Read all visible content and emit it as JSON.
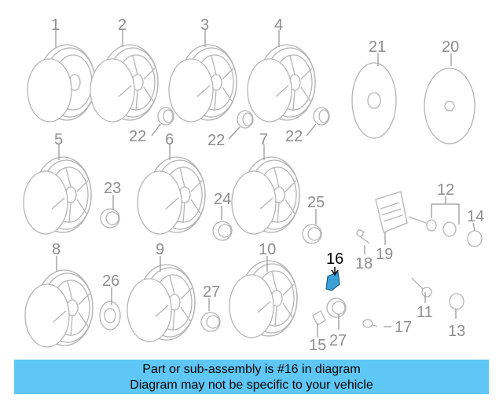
{
  "diagram": {
    "highlight_part": "16",
    "highlight_color": "#3aa0d8",
    "labels": [
      "1",
      "2",
      "3",
      "4",
      "21",
      "20",
      "22",
      "22",
      "22",
      "5",
      "6",
      "7",
      "23",
      "24",
      "25",
      "12",
      "14",
      "8",
      "9",
      "10",
      "16",
      "18",
      "19",
      "26",
      "27",
      "11",
      "15",
      "27",
      "17",
      "13"
    ]
  },
  "banner": {
    "color": "#5ec7f6",
    "line1": "Part or sub-assembly is #16 in diagram",
    "line2": "Diagram may not be specific to your vehicle"
  }
}
